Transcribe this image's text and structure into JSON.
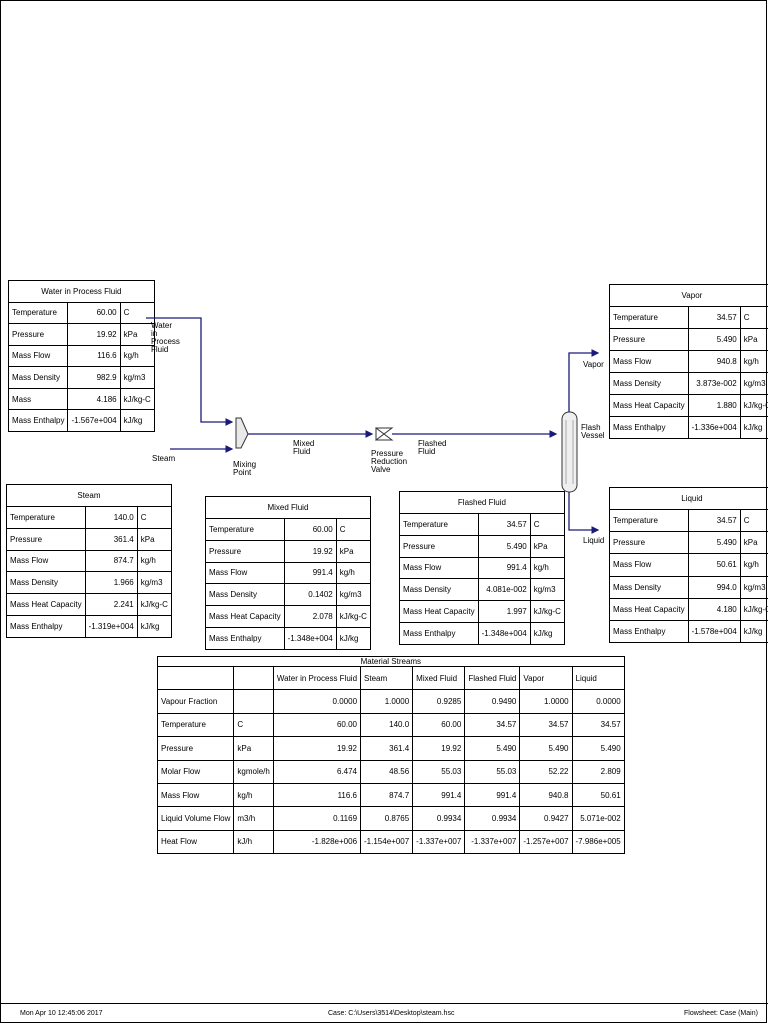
{
  "stream_tables": [
    {
      "id": "water",
      "title": "Water in Process Fluid",
      "rows": [
        {
          "prop": "Temperature",
          "value": "60.00",
          "unit": "C"
        },
        {
          "prop": "Pressure",
          "value": "19.92",
          "unit": "kPa"
        },
        {
          "prop": "Mass Flow",
          "value": "116.6",
          "unit": "kg/h"
        },
        {
          "prop": "Mass Density",
          "value": "982.9",
          "unit": "kg/m3"
        },
        {
          "prop": "Mass",
          "value": "4.186",
          "unit": "kJ/kg-C"
        },
        {
          "prop": "Mass Enthalpy",
          "value": "-1.567e+004",
          "unit": "kJ/kg"
        }
      ]
    },
    {
      "id": "steam",
      "title": "Steam",
      "rows": [
        {
          "prop": "Temperature",
          "value": "140.0",
          "unit": "C"
        },
        {
          "prop": "Pressure",
          "value": "361.4",
          "unit": "kPa"
        },
        {
          "prop": "Mass Flow",
          "value": "874.7",
          "unit": "kg/h"
        },
        {
          "prop": "Mass Density",
          "value": "1.966",
          "unit": "kg/m3"
        },
        {
          "prop": "Mass Heat Capacity",
          "value": "2.241",
          "unit": "kJ/kg-C"
        },
        {
          "prop": "Mass Enthalpy",
          "value": "-1.319e+004",
          "unit": "kJ/kg"
        }
      ]
    },
    {
      "id": "mixed",
      "title": "Mixed Fluid",
      "rows": [
        {
          "prop": "Temperature",
          "value": "60.00",
          "unit": "C"
        },
        {
          "prop": "Pressure",
          "value": "19.92",
          "unit": "kPa"
        },
        {
          "prop": "Mass Flow",
          "value": "991.4",
          "unit": "kg/h"
        },
        {
          "prop": "Mass Density",
          "value": "0.1402",
          "unit": "kg/m3"
        },
        {
          "prop": "Mass Heat Capacity",
          "value": "2.078",
          "unit": "kJ/kg-C"
        },
        {
          "prop": "Mass Enthalpy",
          "value": "-1.348e+004",
          "unit": "kJ/kg"
        }
      ]
    },
    {
      "id": "flashed",
      "title": "Flashed Fluid",
      "rows": [
        {
          "prop": "Temperature",
          "value": "34.57",
          "unit": "C"
        },
        {
          "prop": "Pressure",
          "value": "5.490",
          "unit": "kPa"
        },
        {
          "prop": "Mass Flow",
          "value": "991.4",
          "unit": "kg/h"
        },
        {
          "prop": "Mass Density",
          "value": "4.081e-002",
          "unit": "kg/m3"
        },
        {
          "prop": "Mass Heat Capacity",
          "value": "1.997",
          "unit": "kJ/kg-C"
        },
        {
          "prop": "Mass Enthalpy",
          "value": "-1.348e+004",
          "unit": "kJ/kg"
        }
      ]
    },
    {
      "id": "vapor",
      "title": "Vapor",
      "rows": [
        {
          "prop": "Temperature",
          "value": "34.57",
          "unit": "C"
        },
        {
          "prop": "Pressure",
          "value": "5.490",
          "unit": "kPa"
        },
        {
          "prop": "Mass Flow",
          "value": "940.8",
          "unit": "kg/h"
        },
        {
          "prop": "Mass Density",
          "value": "3.873e-002",
          "unit": "kg/m3"
        },
        {
          "prop": "Mass Heat Capacity",
          "value": "1.880",
          "unit": "kJ/kg-C"
        },
        {
          "prop": "Mass Enthalpy",
          "value": "-1.336e+004",
          "unit": "kJ/kg"
        }
      ]
    },
    {
      "id": "liquid",
      "title": "Liquid",
      "rows": [
        {
          "prop": "Temperature",
          "value": "34.57",
          "unit": "C"
        },
        {
          "prop": "Pressure",
          "value": "5.490",
          "unit": "kPa"
        },
        {
          "prop": "Mass Flow",
          "value": "50.61",
          "unit": "kg/h"
        },
        {
          "prop": "Mass Density",
          "value": "994.0",
          "unit": "kg/m3"
        },
        {
          "prop": "Mass Heat Capacity",
          "value": "4.180",
          "unit": "kJ/kg-C"
        },
        {
          "prop": "Mass Enthalpy",
          "value": "-1.578e+004",
          "unit": "kJ/kg"
        }
      ]
    }
  ],
  "material_streams": {
    "title": "Material Streams",
    "columns": [
      "Water in Process Fluid",
      "Steam",
      "Mixed Fluid",
      "Flashed Fluid",
      "Vapor",
      "Liquid"
    ],
    "rows": [
      {
        "prop": "Vapour Fraction",
        "unit": "",
        "values": [
          "0.0000",
          "1.0000",
          "0.9285",
          "0.9490",
          "1.0000",
          "0.0000"
        ]
      },
      {
        "prop": "Temperature",
        "unit": "C",
        "values": [
          "60.00",
          "140.0",
          "60.00",
          "34.57",
          "34.57",
          "34.57"
        ]
      },
      {
        "prop": "Pressure",
        "unit": "kPa",
        "values": [
          "19.92",
          "361.4",
          "19.92",
          "5.490",
          "5.490",
          "5.490"
        ]
      },
      {
        "prop": "Molar Flow",
        "unit": "kgmole/h",
        "values": [
          "6.474",
          "48.56",
          "55.03",
          "55.03",
          "52.22",
          "2.809"
        ]
      },
      {
        "prop": "Mass Flow",
        "unit": "kg/h",
        "values": [
          "116.6",
          "874.7",
          "991.4",
          "991.4",
          "940.8",
          "50.61"
        ]
      },
      {
        "prop": "Liquid Volume Flow",
        "unit": "m3/h",
        "values": [
          "0.1169",
          "0.8765",
          "0.9934",
          "0.9934",
          "0.9427",
          "5.071e-002"
        ]
      },
      {
        "prop": "Heat Flow",
        "unit": "kJ/h",
        "values": [
          "-1.828e+006",
          "-1.154e+007",
          "-1.337e+007",
          "-1.337e+007",
          "-1.257e+007",
          "-7.986e+005"
        ]
      }
    ]
  },
  "diagram": {
    "labels": {
      "water": [
        "Water",
        "in",
        "Process",
        "Fluid"
      ],
      "steam": [
        "Steam"
      ],
      "mixing_point": [
        "Mixing",
        "Point"
      ],
      "mixed_fluid": [
        "Mixed",
        "Fluid"
      ],
      "valve": [
        "Pressure",
        "Reduction",
        "Valve"
      ],
      "flashed_fluid": [
        "Flashed",
        "Fluid"
      ],
      "flash_vessel": [
        "Flash",
        "Vessel"
      ],
      "vapor": [
        "Vapor"
      ],
      "liquid": [
        "Liquid"
      ]
    },
    "line_color": "#1a1a7a"
  },
  "footer": {
    "date": "Mon Apr 10 12:45:06 2017",
    "case": "Case: C:\\Users\\3514\\Desktop\\steam.hsc",
    "flowsheet": "Flowsheet: Case (Main)"
  }
}
